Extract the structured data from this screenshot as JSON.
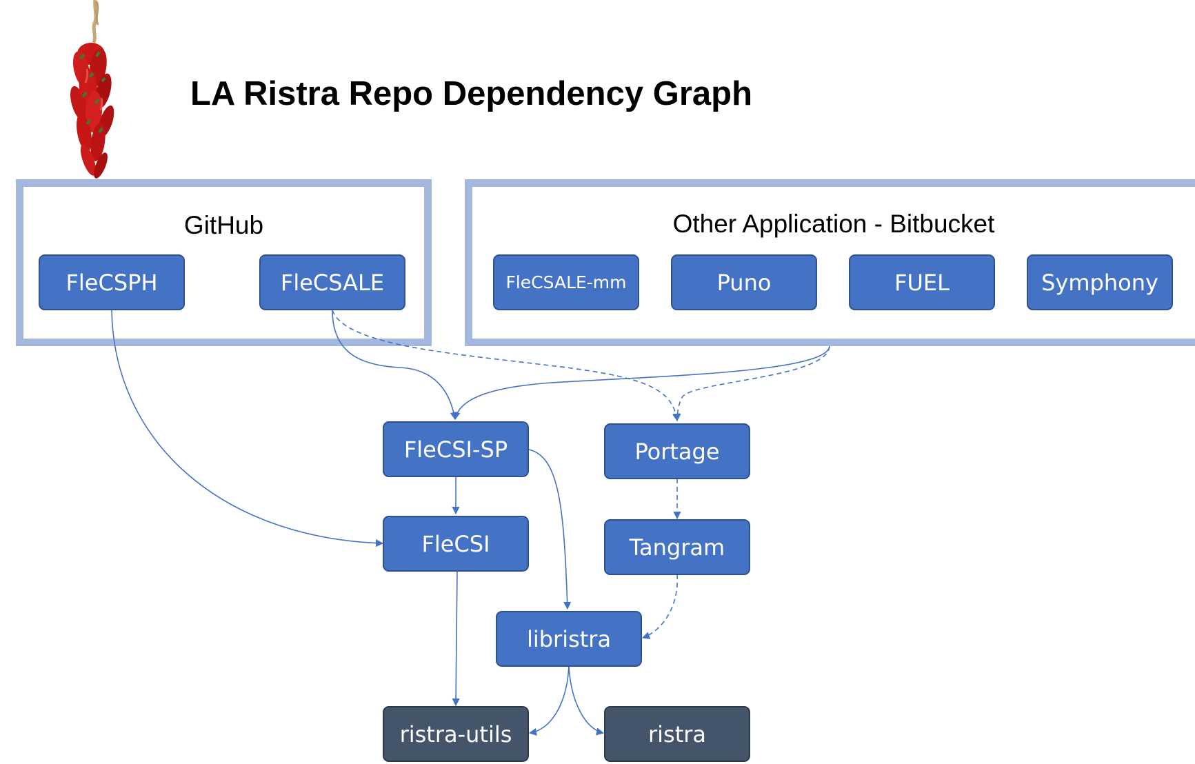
{
  "title": "LA Ristra Repo Dependency Graph",
  "colors": {
    "node_fill": "#4472c4",
    "node_dark_fill": "#44546a",
    "group_border": "#a4b7df",
    "edge": "#4472c4"
  },
  "groups": {
    "github": {
      "label": "GitHub",
      "nodes": [
        "FleCSPH",
        "FleCSALE"
      ]
    },
    "bitbucket": {
      "label": "Other Application - Bitbucket",
      "nodes": [
        "FleCSALE-mm",
        "Puno",
        "FUEL",
        "Symphony"
      ]
    }
  },
  "nodes": {
    "flecsph": "FleCSPH",
    "flecsale": "FleCSALE",
    "flecsale_mm": "FleCSALE-mm",
    "puno": "Puno",
    "fuel": "FUEL",
    "symphony": "Symphony",
    "flecsi_sp": "FleCSI-SP",
    "portage": "Portage",
    "flecsi": "FleCSI",
    "tangram": "Tangram",
    "libristra": "libristra",
    "ristra_utils": "ristra-utils",
    "ristra": "ristra"
  },
  "edges": [
    {
      "from": "FleCSPH",
      "to": "FleCSI",
      "style": "solid"
    },
    {
      "from": "FleCSALE",
      "to": "FleCSI-SP",
      "style": "solid"
    },
    {
      "from": "FleCSALE",
      "to": "Portage",
      "style": "dashed"
    },
    {
      "from": "Other Application - Bitbucket",
      "to": "FleCSI-SP",
      "style": "solid"
    },
    {
      "from": "Other Application - Bitbucket",
      "to": "Portage",
      "style": "dashed"
    },
    {
      "from": "FleCSI-SP",
      "to": "FleCSI",
      "style": "solid"
    },
    {
      "from": "FleCSI-SP",
      "to": "libristra",
      "style": "solid"
    },
    {
      "from": "Portage",
      "to": "Tangram",
      "style": "dashed"
    },
    {
      "from": "Tangram",
      "to": "libristra",
      "style": "dashed"
    },
    {
      "from": "FleCSI",
      "to": "ristra-utils",
      "style": "solid"
    },
    {
      "from": "libristra",
      "to": "ristra-utils",
      "style": "solid"
    },
    {
      "from": "libristra",
      "to": "ristra",
      "style": "solid"
    }
  ]
}
